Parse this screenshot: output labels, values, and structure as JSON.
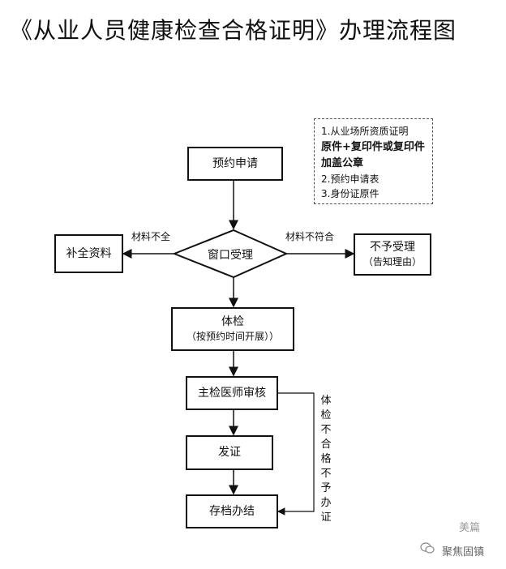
{
  "title": "《从业人员健康检查合格证明》办理流程图",
  "nodes": {
    "apply": "预约申请",
    "window": "窗口受理",
    "supplement": "补全资料",
    "reject_line1": "不予受理",
    "reject_line2": "（告知理由）",
    "exam_line1": "体检",
    "exam_line2": "（按预约时间开展））",
    "review": "主检医师审核",
    "issue": "发证",
    "archive": "存档办结"
  },
  "edge_labels": {
    "incomplete": "材料不全",
    "not_compliant": "材料不符合",
    "exam_fail": "体检不合格不予办证"
  },
  "note": {
    "line1": "1.从业场所资质证明",
    "line2_bold": "原件+复印件或复印件加盖公章",
    "line3": "2.预约申请表",
    "line4": "3.身份证原件"
  },
  "watermark": {
    "top": "美篇",
    "bottom": "聚焦固镇"
  }
}
